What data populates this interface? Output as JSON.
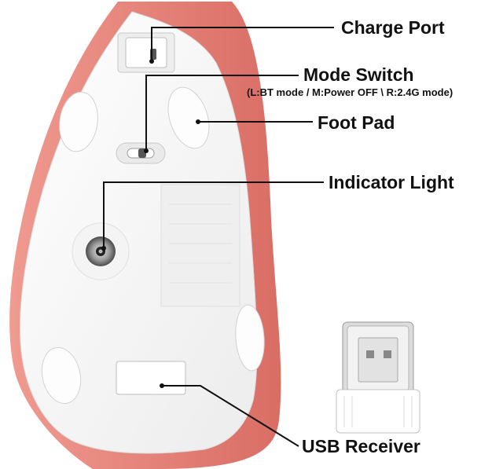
{
  "labels": {
    "charge_port": "Charge Port",
    "mode_switch": "Mode Switch",
    "mode_switch_detail": "(L:BT mode / M:Power OFF \\ R:2.4G mode)",
    "foot_pad": "Foot Pad",
    "indicator_light": "Indicator Light",
    "usb_receiver": "USB Receiver"
  },
  "colors": {
    "shell_coral": "#e8827a",
    "shell_coral_dark": "#d8675f",
    "bottom_white": "#f4f4f4",
    "pad_white": "#fdfdfd",
    "leader_line": "#111111",
    "text": "#111111"
  },
  "icons": {
    "mouse": "vertical-mouse-underside-illustration",
    "receiver": "usb-nano-receiver-illustration"
  }
}
